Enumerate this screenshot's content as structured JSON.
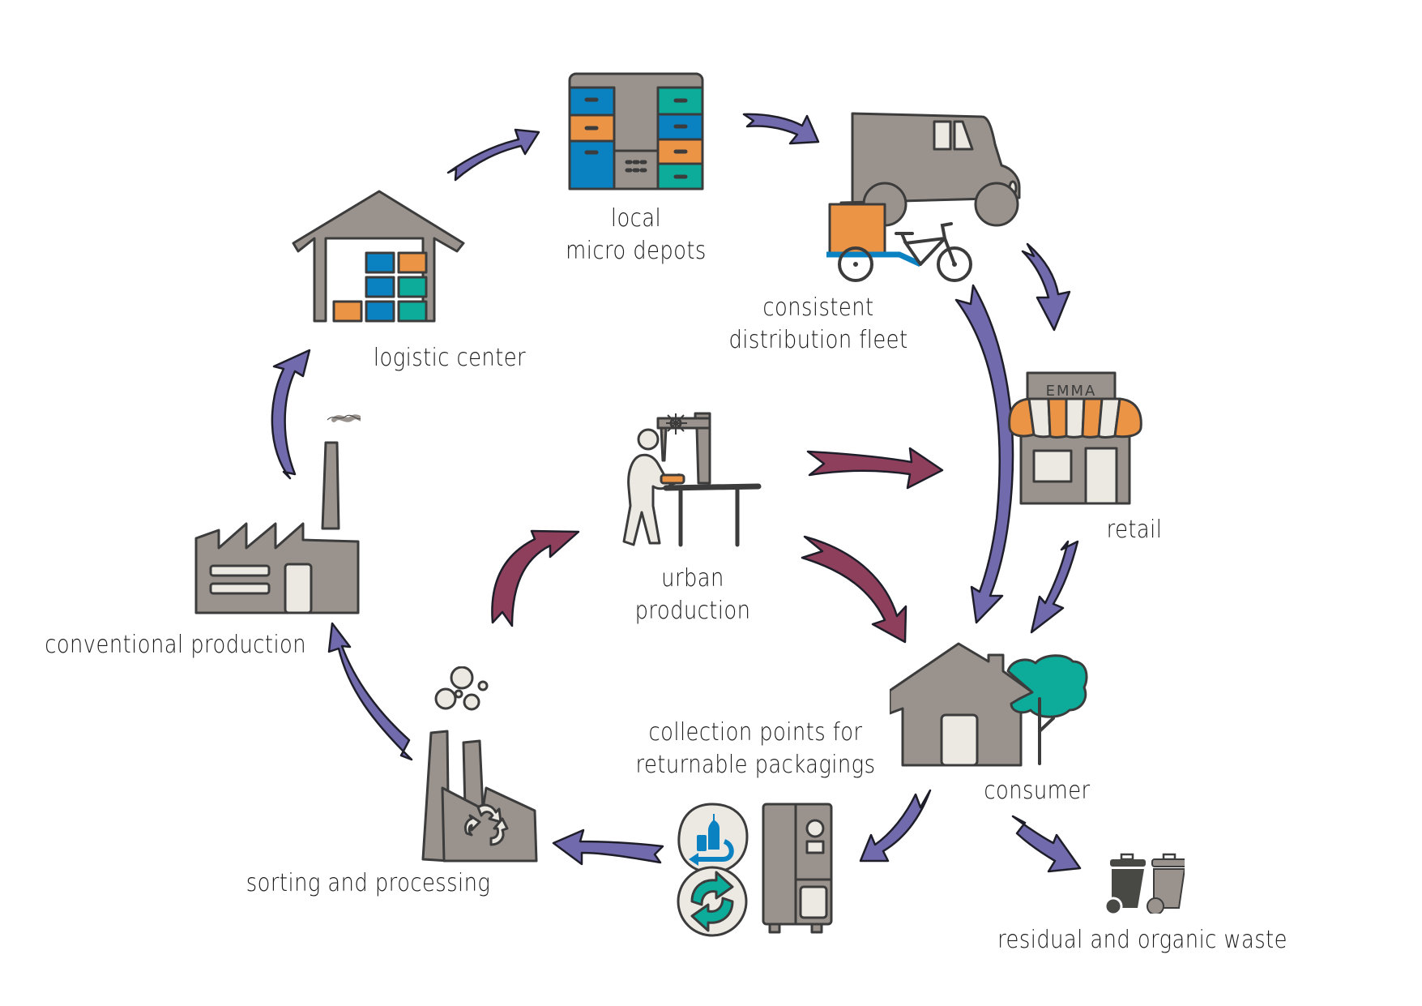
{
  "title": "Urban circular logistics cycle",
  "colors": {
    "arrow_main": "#716aac",
    "arrow_urban": "#8e3f5c",
    "icon_gray": "#9a938d",
    "icon_light": "#ece9e3",
    "outline": "#3c3c3c",
    "orange": "#ec9446",
    "blue": "#0a81c1",
    "teal": "#0cab9a"
  },
  "nodes": {
    "micro_depots": {
      "line1": "local",
      "line2": "micro depots",
      "icon": "locker-icon"
    },
    "fleet": {
      "line1": "consistent",
      "line2": "distribution fleet",
      "icon": "van-and-cargo-bike-icon"
    },
    "retail": {
      "label": "retail",
      "icon": "shop-icon",
      "shop_sign": "EMMA"
    },
    "consumer": {
      "label": "consumer",
      "icon": "house-with-tree-icon"
    },
    "waste": {
      "label": "residual and organic waste",
      "icon": "waste-bins-icon"
    },
    "collection": {
      "line1": "collection points for",
      "line2": "returnable packagings",
      "icon": "reverse-vending-machine-icon"
    },
    "sorting": {
      "label": "sorting and processing",
      "icon": "recycling-factory-icon"
    },
    "conventional": {
      "label": "conventional production",
      "icon": "factory-icon"
    },
    "logistic": {
      "label": "logistic center",
      "icon": "warehouse-icon"
    },
    "urban": {
      "line1": "urban",
      "line2": "production",
      "icon": "3d-printer-worker-icon"
    }
  },
  "flows": [
    {
      "from": "logistic center",
      "to": "local micro depots",
      "color": "arrow_main"
    },
    {
      "from": "local micro depots",
      "to": "consistent distribution fleet",
      "color": "arrow_main"
    },
    {
      "from": "consistent distribution fleet",
      "to": "retail",
      "color": "arrow_main"
    },
    {
      "from": "consistent distribution fleet",
      "to": "consumer",
      "color": "arrow_main"
    },
    {
      "from": "retail",
      "to": "consumer",
      "color": "arrow_main"
    },
    {
      "from": "consumer",
      "to": "collection points for returnable packagings",
      "color": "arrow_main"
    },
    {
      "from": "consumer",
      "to": "residual and organic waste",
      "color": "arrow_main"
    },
    {
      "from": "collection points for returnable packagings",
      "to": "sorting and processing",
      "color": "arrow_main"
    },
    {
      "from": "sorting and processing",
      "to": "conventional production",
      "color": "arrow_main"
    },
    {
      "from": "conventional production",
      "to": "logistic center",
      "color": "arrow_main"
    },
    {
      "from": "sorting and processing",
      "to": "urban production",
      "color": "arrow_urban"
    },
    {
      "from": "urban production",
      "to": "retail",
      "color": "arrow_urban"
    },
    {
      "from": "urban production",
      "to": "consumer",
      "color": "arrow_urban"
    }
  ]
}
